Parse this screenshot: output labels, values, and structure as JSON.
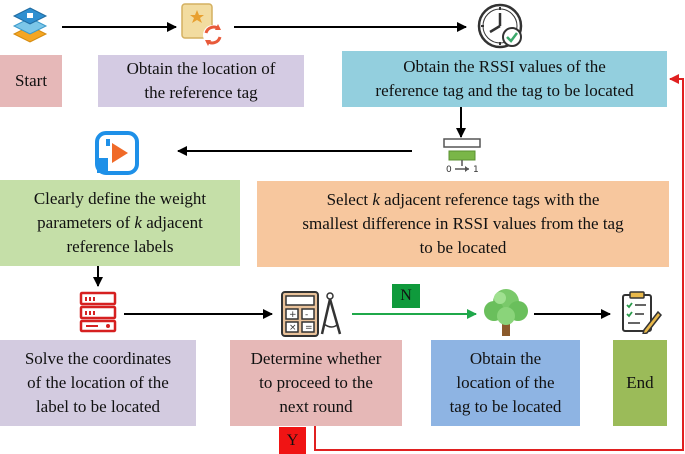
{
  "nodes": {
    "start": "Start",
    "obtain_ref_location": [
      "Obtain the location of",
      "the reference tag"
    ],
    "obtain_rssi": [
      "Obtain the RSSI values of the",
      "reference tag and the tag to be located"
    ],
    "select_k": {
      "line1_pre": "Select ",
      "line1_k": "k",
      "line1_post": " adjacent reference tags with the",
      "line2": "smallest difference in RSSI values from the tag",
      "line3": "to be located"
    },
    "define_weight": {
      "line1": "Clearly define the weight",
      "line2_pre": "parameters of ",
      "line2_k": "k",
      "line2_post": " adjacent",
      "line3": "reference labels"
    },
    "solve_coordinates": [
      "Solve the coordinates",
      "of the location of the",
      "label to be located"
    ],
    "determine": [
      "Determine whether",
      "to proceed to the",
      "next round"
    ],
    "obtain_tag_location": [
      "Obtain the",
      "location of the",
      "tag to be located"
    ],
    "end": "End"
  },
  "branch_labels": {
    "no": "N",
    "yes": "Y"
  },
  "colors": {
    "start": "#e6b8b8",
    "obtain_ref_location": "#d4cbe3",
    "obtain_rssi": "#93cfde",
    "select_k": "#f7c79e",
    "define_weight": "#c5dfa8",
    "solve_coordinates": "#d3cbe0",
    "determine": "#e6b8b7",
    "obtain_tag_location": "#8eb4e3",
    "end": "#9bbb59",
    "no_branch": "#1fa84a",
    "yes_branch": "#e02020"
  },
  "icons": [
    "layers-icon",
    "location-card-icon",
    "clock-check-icon",
    "sort-icon",
    "play-icon",
    "server-icon",
    "calculator-compass-icon",
    "tree-icon",
    "clipboard-edit-icon"
  ]
}
